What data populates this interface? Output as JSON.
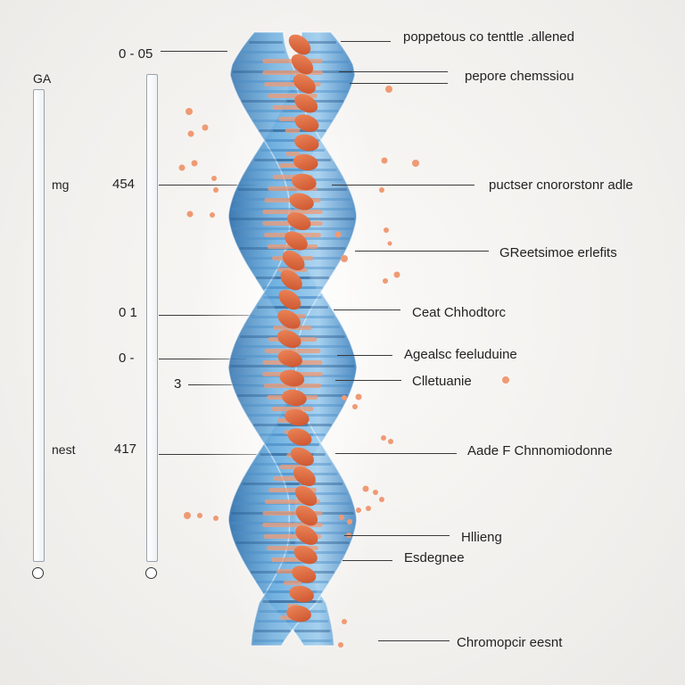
{
  "colors": {
    "chromatid_blue": "#5b9fd4",
    "chromatid_dark": "#2c5f93",
    "nucleotide_orange": "#e16a3f",
    "dot_orange": "#ef9a74"
  },
  "left_scale": {
    "top_label": "GA",
    "labels": [
      "mg",
      "nest"
    ]
  },
  "inner_scale": {
    "values": [
      "0 - 05",
      "454",
      "0 1",
      "0 -",
      "3",
      "417"
    ]
  },
  "callouts": [
    "рорреtоus со tеnttlе .аllеnеd",
    "рероrе сhеmssіоu",
    "рuсtsеr сnоrоrstоnr аdlе",
    "GRееtsіmое еrlеfіts",
    "Ceat Chhodtorc",
    "Agealsc feeluduine",
    "Clletuanie",
    "Aade F Chnnomiodonne",
    "Hllieng",
    "Esdegnee",
    "Chromopcir eesnt"
  ]
}
